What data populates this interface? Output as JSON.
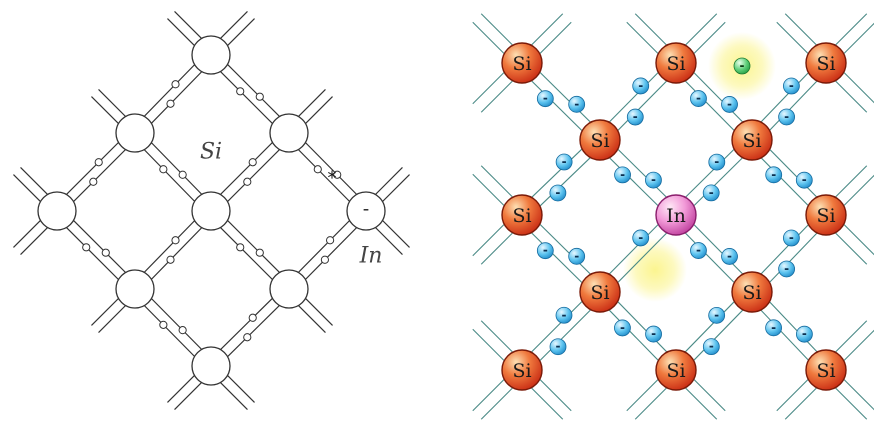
{
  "left_diagram": {
    "matrix_atom_label": "Si",
    "impurity_atom_label": "In",
    "impurity_charge_sign": "-",
    "extra_electron_marker": "*"
  },
  "right_diagram": {
    "matrix_atom_label": "Si",
    "impurity_atom_label": "In",
    "electron_sign": "-"
  },
  "colors": {
    "line": "#333333",
    "si_fill": "#e0401f",
    "in_fill": "#e060c0",
    "electron_fill": "#2aa3e0",
    "hole_glow": "#f6f07a"
  }
}
